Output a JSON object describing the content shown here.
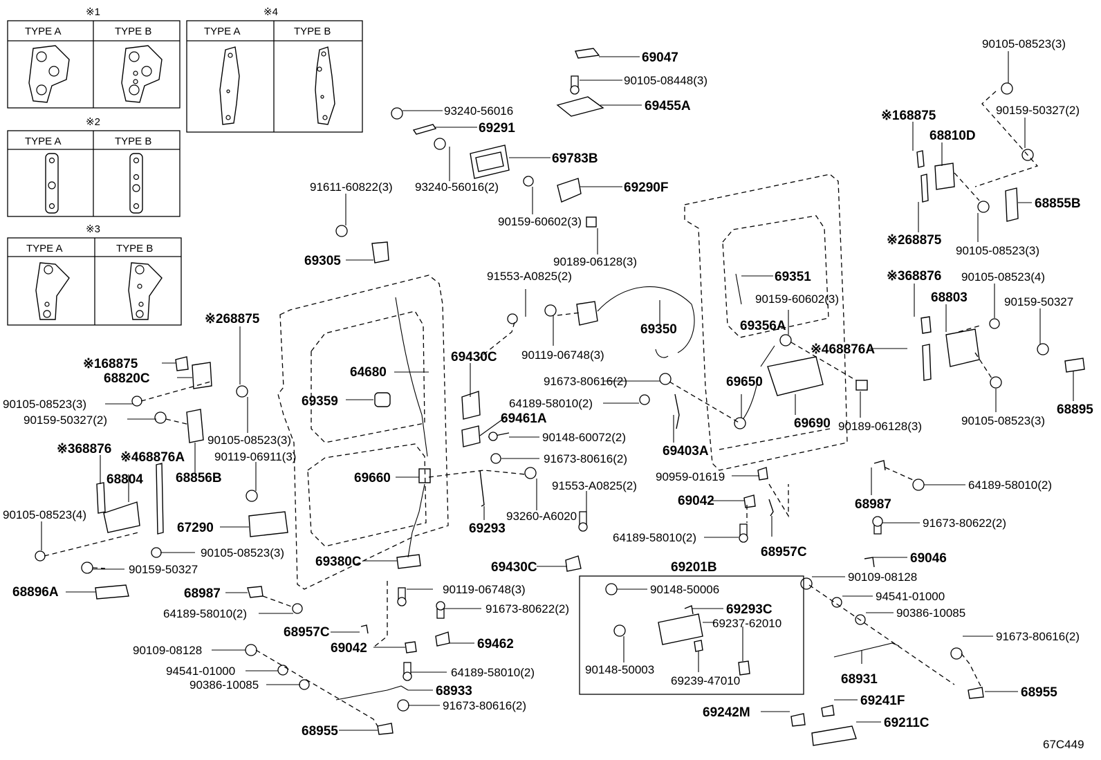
{
  "insets": [
    {
      "marker": "※1",
      "col_a": "TYPE A",
      "col_b": "TYPE B"
    },
    {
      "marker": "※2",
      "col_a": "TYPE A",
      "col_b": "TYPE B"
    },
    {
      "marker": "※3",
      "col_a": "TYPE A",
      "col_b": "TYPE B"
    },
    {
      "marker": "※4",
      "col_a": "TYPE A",
      "col_b": "TYPE B"
    }
  ],
  "group_box": {
    "label": "69201B"
  },
  "diagram_code": "67C449",
  "labels": [
    {
      "id": "p69047",
      "text": "69047"
    },
    {
      "id": "p90105_08448",
      "text": "90105-08448(3)"
    },
    {
      "id": "p69455A",
      "text": "69455A"
    },
    {
      "id": "p93240_56016",
      "text": "93240-56016"
    },
    {
      "id": "p69291",
      "text": "69291"
    },
    {
      "id": "p69783B",
      "text": "69783B"
    },
    {
      "id": "p93240_56016_2",
      "text": "93240-56016(2)"
    },
    {
      "id": "p91611_60822",
      "text": "91611-60822(3)"
    },
    {
      "id": "p69290F",
      "text": "69290F"
    },
    {
      "id": "p90159_60602_l",
      "text": "90159-60602(3)"
    },
    {
      "id": "p90189_06128_t",
      "text": "90189-06128(3)"
    },
    {
      "id": "p69305",
      "text": "69305"
    },
    {
      "id": "p91553_A0825_t",
      "text": "91553-A0825(2)"
    },
    {
      "id": "p69351",
      "text": "69351"
    },
    {
      "id": "p90159_60602_r",
      "text": "90159-60602(3)"
    },
    {
      "id": "p69356A",
      "text": "69356A"
    },
    {
      "id": "p69350",
      "text": "69350"
    },
    {
      "id": "p90119_06748_t",
      "text": "90119-06748(3)"
    },
    {
      "id": "p64680",
      "text": "64680"
    },
    {
      "id": "p69430C_t",
      "text": "69430C"
    },
    {
      "id": "p68875_2l",
      "text": "※268875"
    },
    {
      "id": "p68875_1l",
      "text": "※168875"
    },
    {
      "id": "p68820C",
      "text": "68820C"
    },
    {
      "id": "p90105_08523_l1",
      "text": "90105-08523(3)"
    },
    {
      "id": "p90159_50327_l",
      "text": "90159-50327(2)"
    },
    {
      "id": "p90105_08523_l2",
      "text": "90105-08523(3)"
    },
    {
      "id": "p90119_06911",
      "text": "90119-06911(3)"
    },
    {
      "id": "p68856B",
      "text": "68856B"
    },
    {
      "id": "p69359",
      "text": "69359"
    },
    {
      "id": "p91673_80616_a",
      "text": "91673-80616(2)"
    },
    {
      "id": "p64189_58010_a",
      "text": "64189-58010(2)"
    },
    {
      "id": "p69461A",
      "text": "69461A"
    },
    {
      "id": "p90148_60072",
      "text": "90148-60072(2)"
    },
    {
      "id": "p69403A",
      "text": "69403A"
    },
    {
      "id": "p69650",
      "text": "69650"
    },
    {
      "id": "p69690",
      "text": "69690"
    },
    {
      "id": "p90189_06128_r",
      "text": "90189-06128(3)"
    },
    {
      "id": "p68876A_r",
      "text": "※468876A"
    },
    {
      "id": "p91673_80616_b",
      "text": "91673-80616(2)"
    },
    {
      "id": "p68876_l",
      "text": "※368876"
    },
    {
      "id": "p68876A_l",
      "text": "※468876A"
    },
    {
      "id": "p68804",
      "text": "68804"
    },
    {
      "id": "p90105_08523_l3",
      "text": "90105-08523(4)"
    },
    {
      "id": "p69660",
      "text": "69660"
    },
    {
      "id": "p90959_01619",
      "text": "90959-01619"
    },
    {
      "id": "p91553_A0825_m",
      "text": "91553-A0825(2)"
    },
    {
      "id": "p69042_m",
      "text": "69042"
    },
    {
      "id": "p67290",
      "text": "67290"
    },
    {
      "id": "p69293",
      "text": "69293"
    },
    {
      "id": "p93260_A6020",
      "text": "93260-A6020"
    },
    {
      "id": "p64189_58010_b",
      "text": "64189-58010(2)"
    },
    {
      "id": "p68957C_m",
      "text": "68957C"
    },
    {
      "id": "p90105_08523_l4",
      "text": "90105-08523(3)"
    },
    {
      "id": "p69380C",
      "text": "69380C"
    },
    {
      "id": "p69430C_b",
      "text": "69430C"
    },
    {
      "id": "p90159_50327_l2",
      "text": "90159-50327"
    },
    {
      "id": "p68896A",
      "text": "68896A"
    },
    {
      "id": "p68987_l",
      "text": "68987"
    },
    {
      "id": "p90119_06748_b",
      "text": "90119-06748(3)"
    },
    {
      "id": "p64189_58010_c",
      "text": "64189-58010(2)"
    },
    {
      "id": "p91673_80622_b",
      "text": "91673-80622(2)"
    },
    {
      "id": "p68957C_l",
      "text": "68957C"
    },
    {
      "id": "p69042_l",
      "text": "69042"
    },
    {
      "id": "p69462",
      "text": "69462"
    },
    {
      "id": "p90109_08128_l",
      "text": "90109-08128"
    },
    {
      "id": "p64189_58010_d",
      "text": "64189-58010(2)"
    },
    {
      "id": "p94541_01000_l",
      "text": "94541-01000"
    },
    {
      "id": "p90386_10085_l",
      "text": "90386-10085"
    },
    {
      "id": "p68933",
      "text": "68933"
    },
    {
      "id": "p91673_80616_c",
      "text": "91673-80616(2)"
    },
    {
      "id": "p68955_l",
      "text": "68955"
    },
    {
      "id": "p90148_50006",
      "text": "90148-50006"
    },
    {
      "id": "p69293C",
      "text": "69293C"
    },
    {
      "id": "p69237_62010",
      "text": "69237-62010"
    },
    {
      "id": "p90148_50003",
      "text": "90148-50003"
    },
    {
      "id": "p69239_47010",
      "text": "69239-47010"
    },
    {
      "id": "p90105_08523_r1",
      "text": "90105-08523(3)"
    },
    {
      "id": "p68875_1r",
      "text": "※168875"
    },
    {
      "id": "p68810D",
      "text": "68810D"
    },
    {
      "id": "p90159_50327_r1",
      "text": "90159-50327(2)"
    },
    {
      "id": "p68855B",
      "text": "68855B"
    },
    {
      "id": "p68875_2r",
      "text": "※268875"
    },
    {
      "id": "p90105_08523_r2",
      "text": "90105-08523(3)"
    },
    {
      "id": "p68876_r",
      "text": "※368876"
    },
    {
      "id": "p90105_08523_r3",
      "text": "90105-08523(4)"
    },
    {
      "id": "p68803",
      "text": "68803"
    },
    {
      "id": "p90159_50327_r2",
      "text": "90159-50327"
    },
    {
      "id": "p68895",
      "text": "68895"
    },
    {
      "id": "p90105_08523_r4",
      "text": "90105-08523(3)"
    },
    {
      "id": "p64189_58010_r",
      "text": "64189-58010(2)"
    },
    {
      "id": "p68987_r",
      "text": "68987"
    },
    {
      "id": "p91673_80622_r",
      "text": "91673-80622(2)"
    },
    {
      "id": "p69046",
      "text": "69046"
    },
    {
      "id": "p90109_08128_r",
      "text": "90109-08128"
    },
    {
      "id": "p94541_01000_r",
      "text": "94541-01000"
    },
    {
      "id": "p90386_10085_r",
      "text": "90386-10085"
    },
    {
      "id": "p91673_80616_r",
      "text": "91673-80616(2)"
    },
    {
      "id": "p68931",
      "text": "68931"
    },
    {
      "id": "p68955_r",
      "text": "68955"
    },
    {
      "id": "p69241F",
      "text": "69241F"
    },
    {
      "id": "p69242M",
      "text": "69242M"
    },
    {
      "id": "p69211C",
      "text": "69211C"
    }
  ]
}
